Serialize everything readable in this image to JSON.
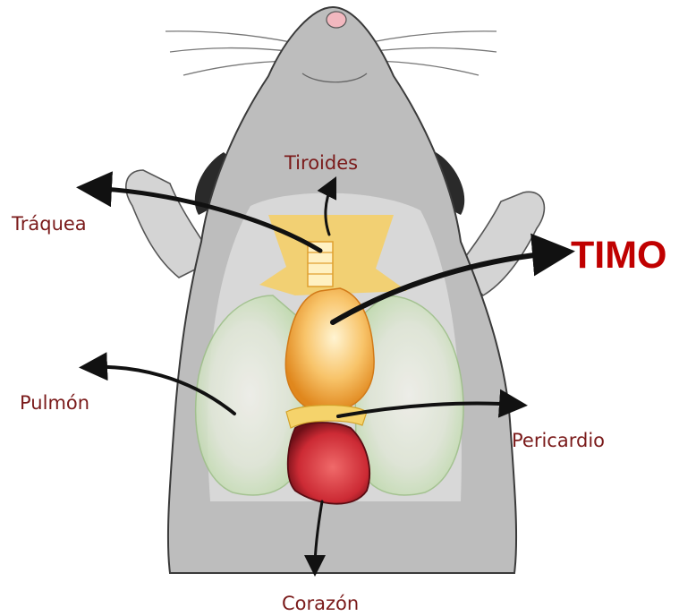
{
  "diagram": {
    "labels": {
      "tiroides": "Tiroides",
      "traquea": "Tráquea",
      "timo": "TIMO",
      "pulmon": "Pulmón",
      "pericardio": "Pericardio",
      "corazon": "Corazón"
    },
    "colors": {
      "label_text": "#7a1a1a",
      "highlight_label": "#c00000",
      "arrow": "#111111",
      "fur": "#bdbdbd",
      "thymus": "#f2a93b",
      "heart": "#c8283a",
      "lungs": "#cfe3c4"
    }
  }
}
